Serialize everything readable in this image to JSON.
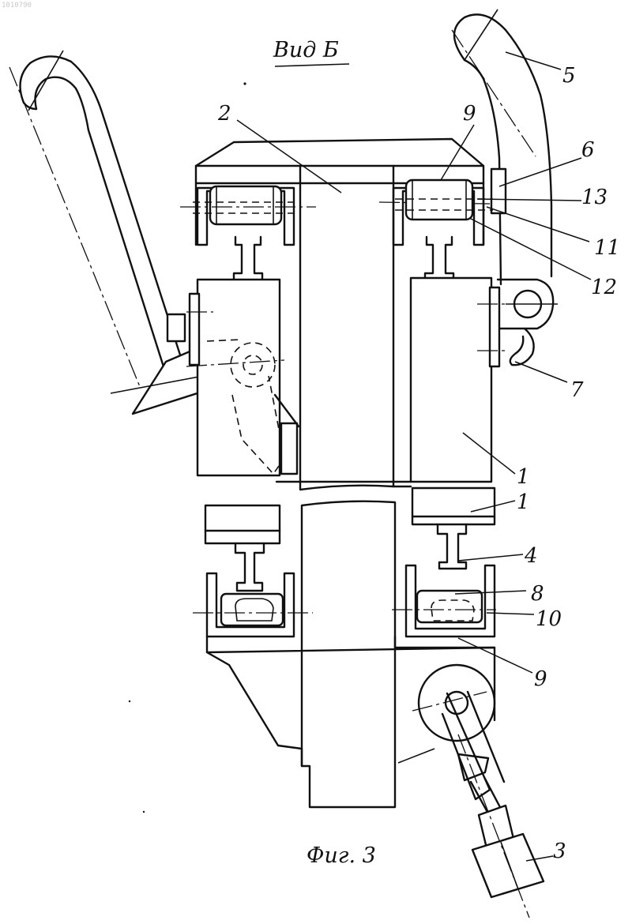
{
  "title": "Вид Б",
  "caption": "Фиг. 3",
  "corner_code": "1010790",
  "labels": {
    "l1a": "1",
    "l1b": "1",
    "l2": "2",
    "l3": "3",
    "l4": "4",
    "l5": "5",
    "l6": "6",
    "l7": "7",
    "l8": "8",
    "l9a": "9",
    "l9b": "9",
    "l10": "10",
    "l11": "11",
    "l12": "12",
    "l13": "13"
  }
}
